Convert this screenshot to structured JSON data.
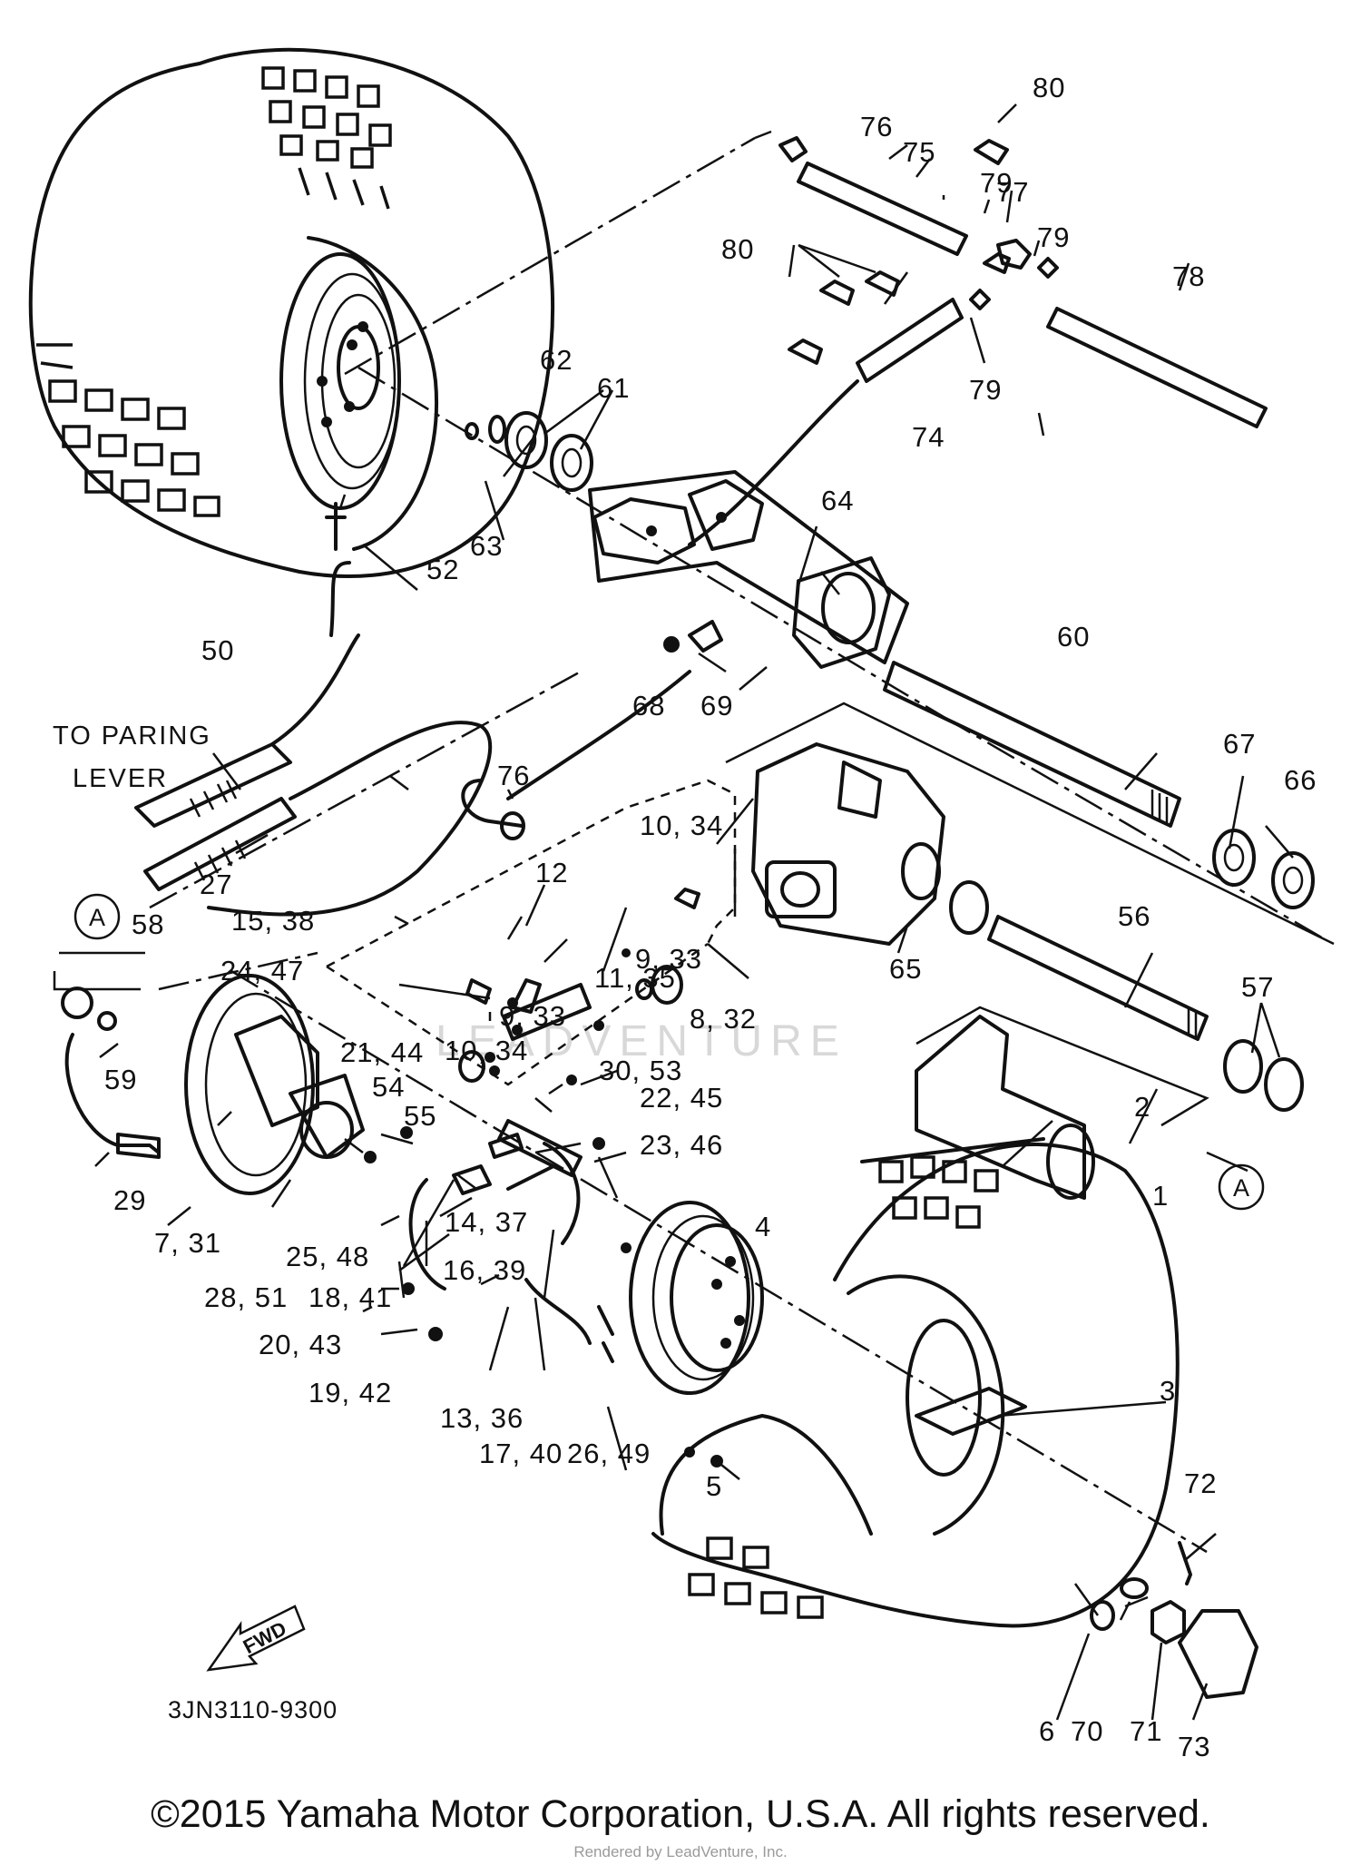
{
  "diagram": {
    "callouts": [
      "1",
      "2",
      "3",
      "4",
      "5",
      "6",
      "7, 31",
      "8, 32",
      "9, 33",
      "9, 33",
      "10, 34",
      "10, 34",
      "11, 35",
      "12",
      "13, 36",
      "14, 37",
      "15, 38",
      "16, 39",
      "17, 40",
      "18, 41",
      "19, 42",
      "20, 43",
      "21, 44",
      "22, 45",
      "23, 46",
      "24, 47",
      "25, 48",
      "26, 49",
      "27",
      "28, 51",
      "29",
      "30, 53",
      "50",
      "52",
      "54",
      "55",
      "56",
      "57",
      "58",
      "59",
      "60",
      "61",
      "62",
      "63",
      "64",
      "65",
      "66",
      "67",
      "68",
      "69",
      "70",
      "71",
      "72",
      "73",
      "74",
      "75",
      "76",
      "76",
      "77",
      "78",
      "79",
      "79",
      "79",
      "80",
      "80"
    ],
    "note_line1": "TO PARING",
    "note_line2": "LEVER",
    "circle_marker": "A",
    "fwd_label": "FWD",
    "part_code": "3JN3110-9300"
  },
  "footer": {
    "copyright": "©2015 Yamaha Motor Corporation, U.S.A. All rights reserved.",
    "watermark": "Rendered by LeadVenture, Inc.",
    "mid_watermark": "LEADVENTURE"
  }
}
